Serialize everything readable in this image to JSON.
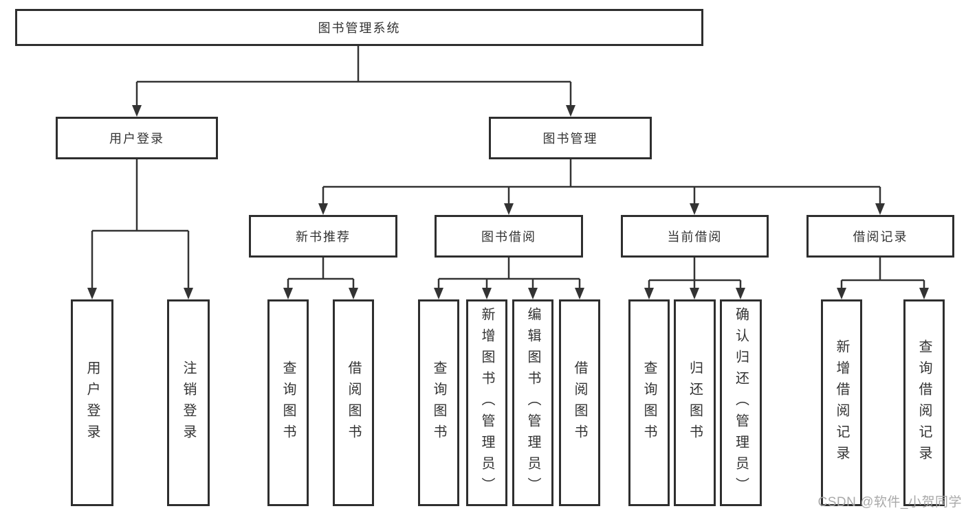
{
  "tree": {
    "label": "图书管理系统",
    "children": [
      {
        "label": "用户登录",
        "children": [
          {
            "label": "用户登录"
          },
          {
            "label": "注销登录"
          }
        ]
      },
      {
        "label": "图书管理",
        "children": [
          {
            "label": "新书推荐",
            "children": [
              {
                "label": "查询图书"
              },
              {
                "label": "借阅图书"
              }
            ]
          },
          {
            "label": "图书借阅",
            "children": [
              {
                "label": "查询图书"
              },
              {
                "label": "新增图书（管理员）"
              },
              {
                "label": "编辑图书（管理员）"
              },
              {
                "label": "借阅图书"
              }
            ]
          },
          {
            "label": "当前借阅",
            "children": [
              {
                "label": "查询图书"
              },
              {
                "label": "归还图书"
              },
              {
                "label": "确认归还（管理员）"
              }
            ]
          },
          {
            "label": "借阅记录",
            "children": [
              {
                "label": "新增借阅记录"
              },
              {
                "label": "查询借阅记录"
              }
            ]
          }
        ]
      }
    ]
  },
  "watermark": {
    "text": "CSDN @软件_小贺同学"
  },
  "colors": {
    "line": "#333333",
    "border": "#2e2e2e",
    "text": "#333333",
    "background": "#ffffff",
    "watermark": "#a4a4a4"
  }
}
